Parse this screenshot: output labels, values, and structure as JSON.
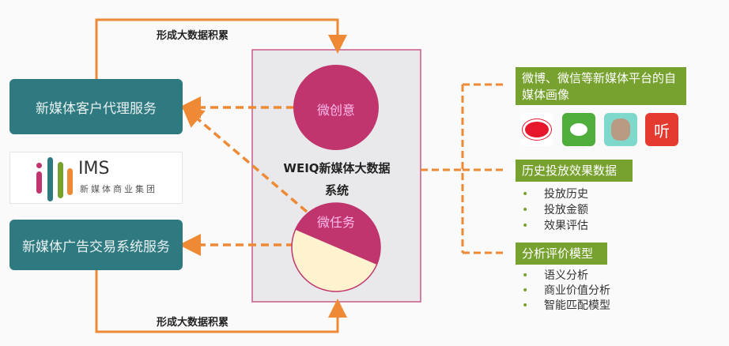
{
  "left": {
    "agency_service": "新媒体客户代理服务",
    "ad_exchange_service": "新媒体广告交易系统服务",
    "logo": {
      "brand": "IMS",
      "subtitle": "新媒体商业集团"
    }
  },
  "flows": {
    "top_label": "形成大数据积累",
    "bottom_label": "形成大数据积累"
  },
  "center": {
    "title_line1": "WEIQ新媒体大数据",
    "title_line2": "系统",
    "circle_top": "微创意",
    "circle_bottom": "微任务"
  },
  "right": {
    "sections": [
      {
        "title": "微博、微信等新媒体平台的自媒体画像",
        "icons": [
          "weibo-icon",
          "wechat-icon",
          "owl-icon",
          "ting-icon"
        ],
        "icon_ting_text": "听"
      },
      {
        "title": "历史投放效果数据",
        "items": [
          "投放历史",
          "投放金额",
          "效果评估"
        ]
      },
      {
        "title": "分析评价模型",
        "items": [
          "语义分析",
          "商业价值分析",
          "智能匹配模型"
        ]
      }
    ],
    "bullet": "•"
  },
  "colors": {
    "teal": "#2f7a80",
    "magenta": "#c0356d",
    "orange": "#ee8a35",
    "green": "#78a22f",
    "cream": "#fff3cf"
  }
}
